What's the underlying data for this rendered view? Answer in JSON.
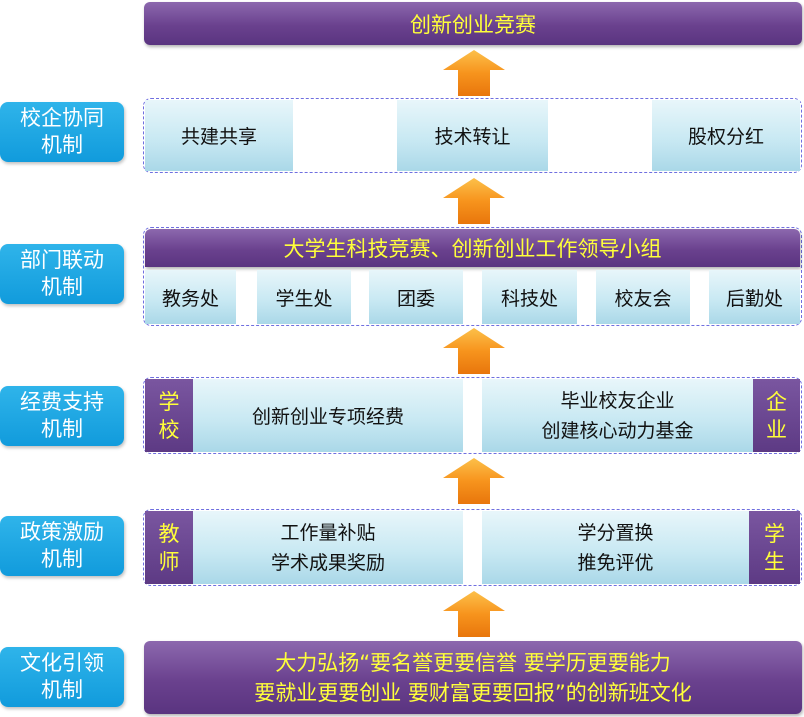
{
  "top_banner": "创新创业竞赛",
  "mechanisms": {
    "xiaoqi": [
      "校企协同",
      "机制"
    ],
    "bumen": [
      "部门联动",
      "机制"
    ],
    "jingfei": [
      "经费支持",
      "机制"
    ],
    "zhengce": [
      "政策激励",
      "机制"
    ],
    "wenhua": [
      "文化引领",
      "机制"
    ]
  },
  "xiaoqi_cells": [
    "共建共享",
    "技术转让",
    "股权分红"
  ],
  "bumen_banner": "大学生科技竞赛、创新创业工作领导小组",
  "bumen_cells": [
    "教务处",
    "学生处",
    "团委",
    "科技处",
    "校友会",
    "后勤处"
  ],
  "jingfei": {
    "left_tag": [
      "学",
      "校"
    ],
    "left_cell": "创新创业专项经费",
    "right_cell": [
      "毕业校友企业",
      "创建核心动力基金"
    ],
    "right_tag": [
      "企",
      "业"
    ]
  },
  "zhengce": {
    "left_tag": [
      "教",
      "师"
    ],
    "left_cell": [
      "工作量补贴",
      "学术成果奖励"
    ],
    "right_cell": [
      "学分置换",
      "推免评优"
    ],
    "right_tag": [
      "学",
      "生"
    ]
  },
  "wenhua_banner": [
    "大力弘扬“要名誉更要信誉  要学历更要能力",
    "要就业更要创业  要财富更要回报”的创新班文化"
  ],
  "colors": {
    "mechanism_blue": "#1aa3e0",
    "banner_purple": "#6a418e",
    "banner_text_yellow": "#ffff3a",
    "cell_cyan": "#c9e9f3",
    "arrow_orange": "#f7941d",
    "dash_border": "#6f6fe0"
  }
}
